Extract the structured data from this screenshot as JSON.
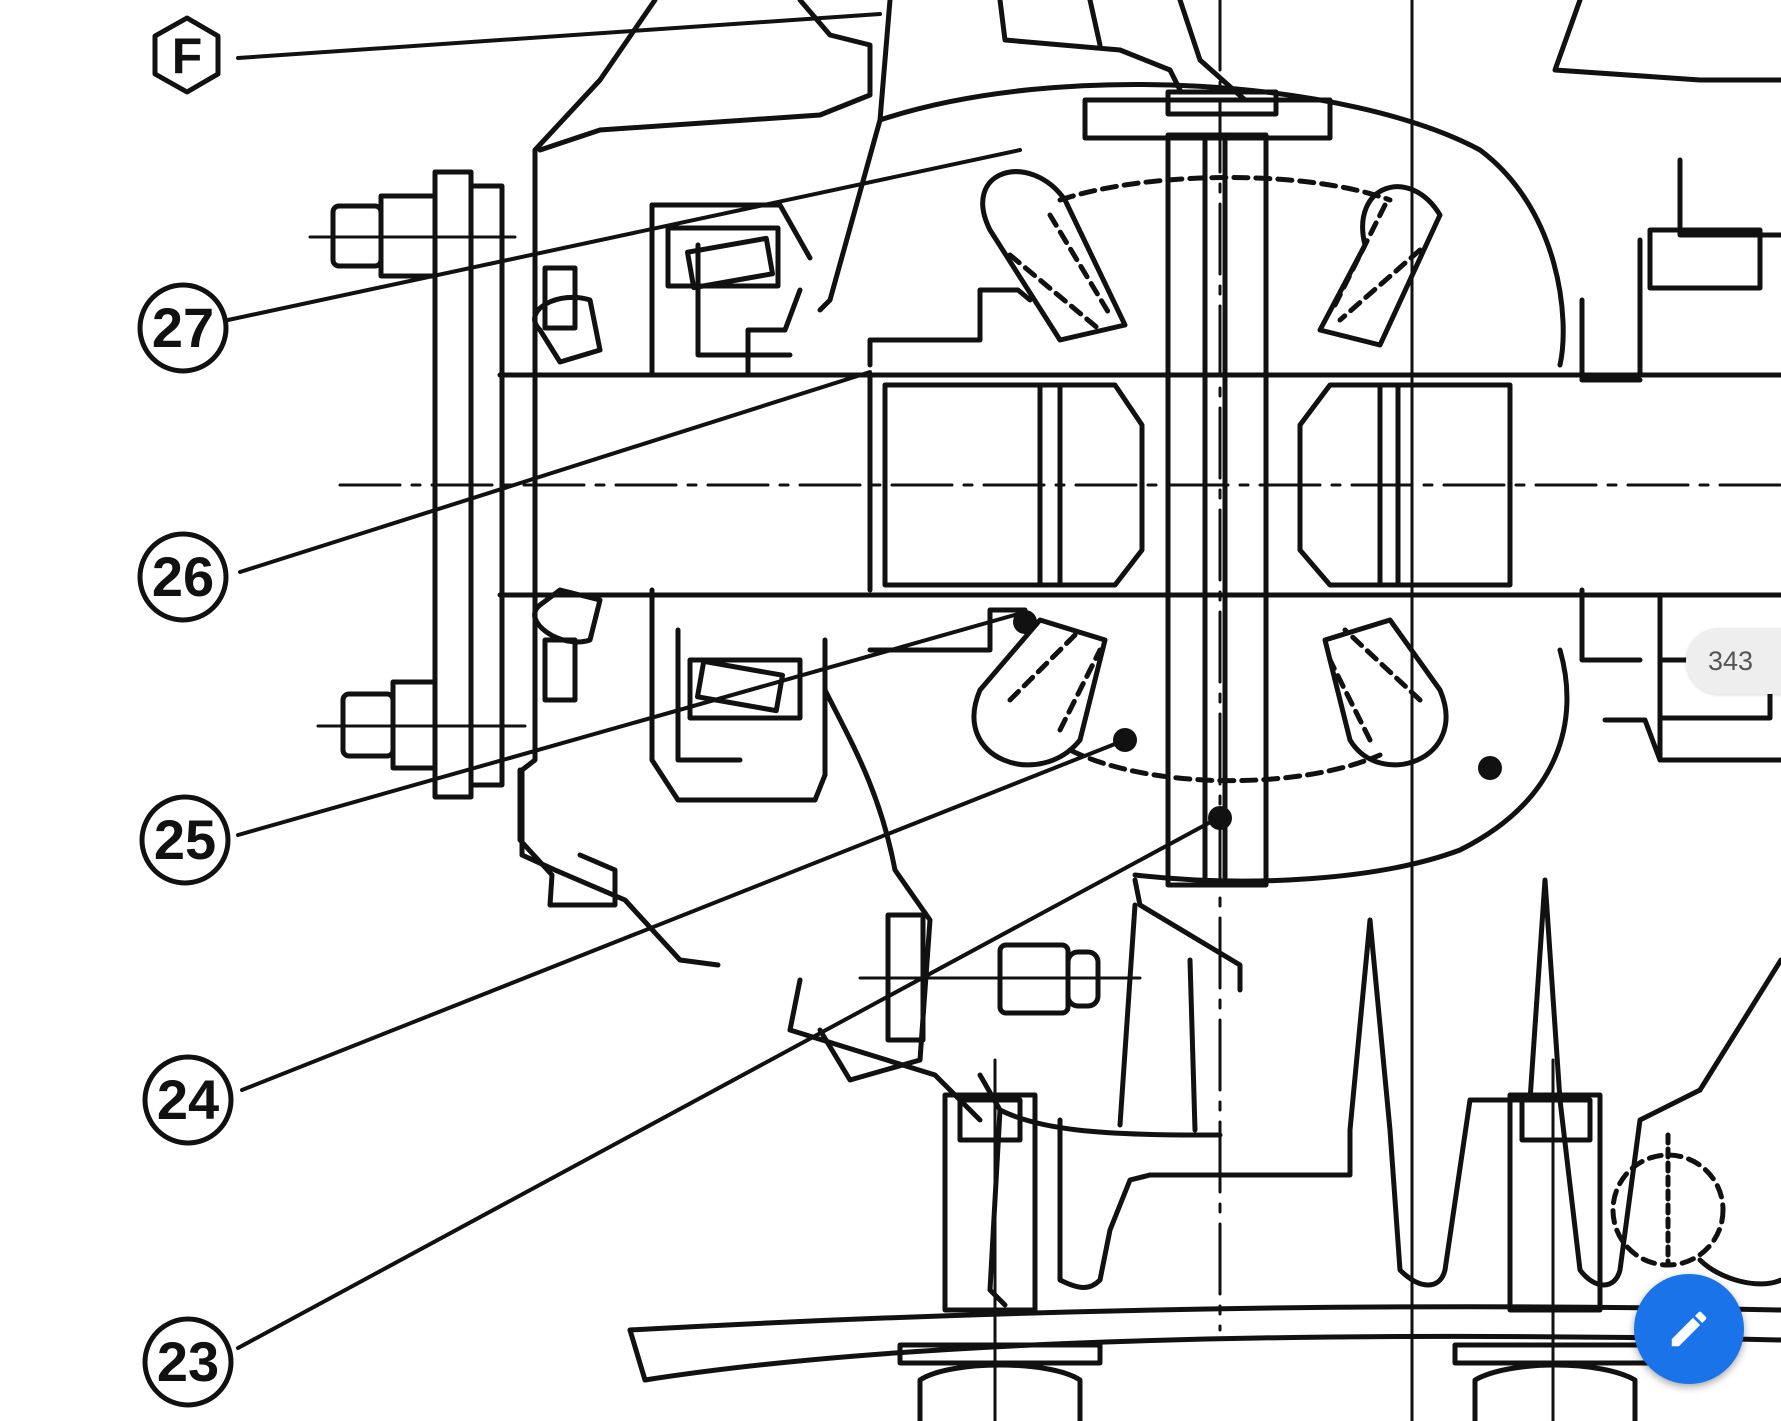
{
  "callouts": {
    "f": "F",
    "c27": "27",
    "c26": "26",
    "c25": "25",
    "c24": "24",
    "c23": "23"
  },
  "page_indicator": "343",
  "edit_button": {
    "icon": "pencil-icon",
    "color": "#1a73e8"
  }
}
